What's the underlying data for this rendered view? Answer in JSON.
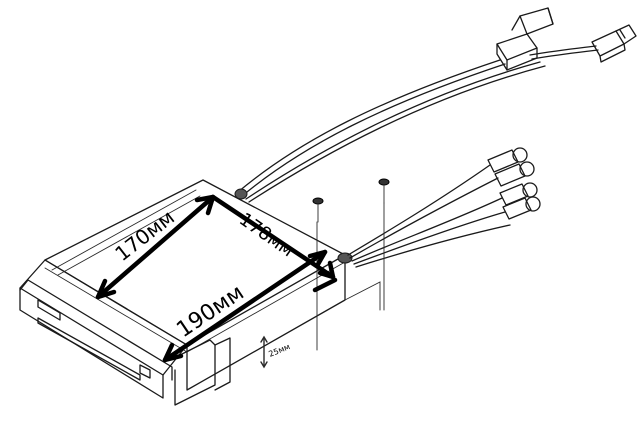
{
  "dimensions": {
    "width_label": "170мм",
    "depth_label": "178мм",
    "diagonal_label": "190мм",
    "height_label": "25мм"
  },
  "colors": {
    "line": "#1a1a1a",
    "dimension_arrow": "#000000",
    "background": "#ffffff"
  },
  "icons": [
    "screw-icon",
    "usb-plug-icon",
    "vga-connector-icon",
    "rca-plug-icon"
  ]
}
